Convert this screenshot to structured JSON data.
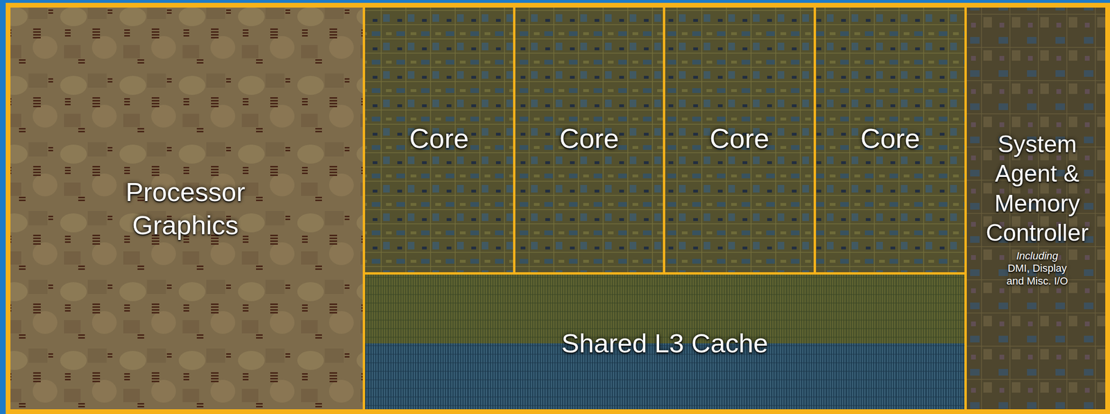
{
  "diagram": {
    "nodes": [
      {
        "text": [
          "Processor Graphics"
        ]
      },
      {
        "text": [
          "Core"
        ]
      },
      {
        "text": [
          "Core"
        ]
      },
      {
        "text": [
          "Core"
        ]
      },
      {
        "text": [
          "Core"
        ]
      },
      {
        "text": [
          "Shared L3 Cache"
        ]
      },
      {
        "text": [
          "System Agent & Memory Controller",
          "Including",
          "DMI, Display and Misc. I/O"
        ]
      }
    ]
  }
}
